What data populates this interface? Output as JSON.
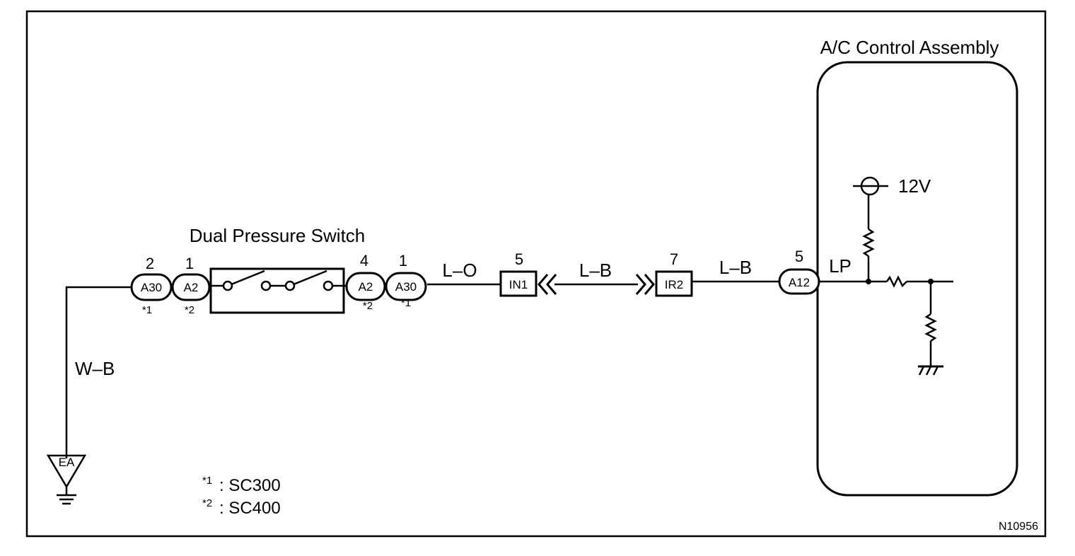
{
  "figure_id": "N10956",
  "components": {
    "switch_title": "Dual Pressure Switch",
    "ecu_title": "A/C Control Assembly",
    "ground_label": "EA",
    "supply_label": "12V"
  },
  "wires": {
    "ground_wire": "W–B",
    "wire_a": "L–O",
    "wire_b": "L–B",
    "wire_c": "L–B",
    "terminal": "LP"
  },
  "connectors": {
    "left_a30": {
      "id": "A30",
      "pin": "2",
      "note": "*1"
    },
    "left_a2": {
      "id": "A2",
      "pin": "1",
      "note": "*2"
    },
    "right_a2": {
      "id": "A2",
      "pin": "4",
      "note": "*2"
    },
    "right_a30": {
      "id": "A30",
      "pin": "1",
      "note": "*1"
    },
    "in1": {
      "id": "IN1",
      "pin": "5"
    },
    "ir2": {
      "id": "IR2",
      "pin": "7"
    },
    "a12": {
      "id": "A12",
      "pin": "5"
    }
  },
  "legend": [
    {
      "sup": "*1",
      "text": ": SC300"
    },
    {
      "sup": "*2",
      "text": ": SC400"
    }
  ]
}
